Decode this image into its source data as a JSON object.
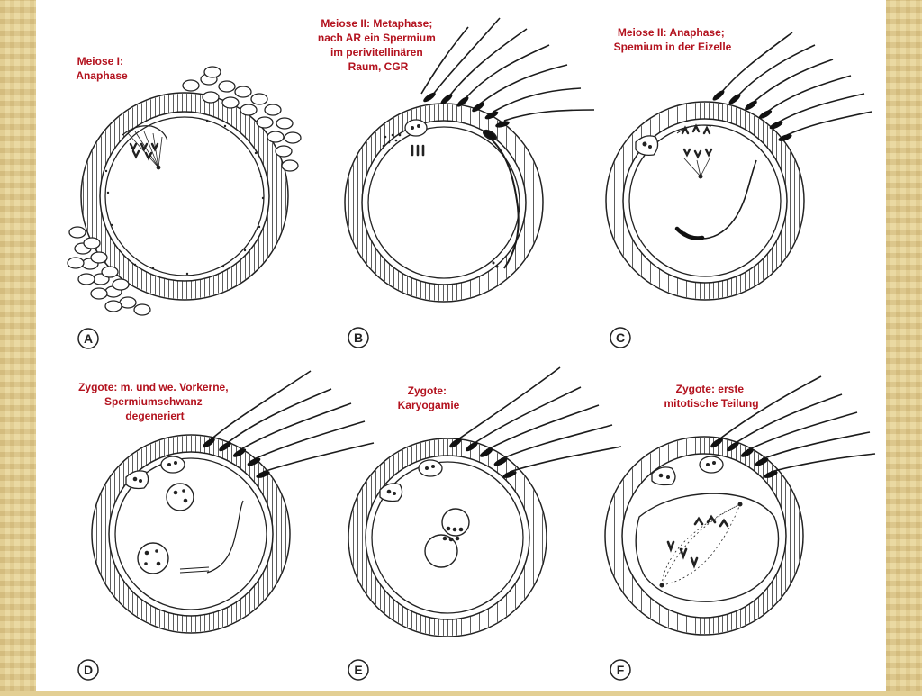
{
  "panels": [
    {
      "id": "A",
      "caption_lines": [
        "Meiose I:",
        "Anaphase"
      ]
    },
    {
      "id": "B",
      "caption_lines": [
        "Meiose II: Metaphase;",
        "nach AR ein Spermium",
        "im perivitellinären",
        "Raum, CGR"
      ]
    },
    {
      "id": "C",
      "caption_lines": [
        "Meiose II: Anaphase;",
        "Spemium in der Eizelle"
      ]
    },
    {
      "id": "D",
      "caption_lines": [
        "Zygote: m. und we. Vorkerne,",
        "Spermiumschwanz",
        "degeneriert"
      ]
    },
    {
      "id": "E",
      "caption_lines": [
        "Zygote:",
        "Karyogamie"
      ]
    },
    {
      "id": "F",
      "caption_lines": [
        "Zygote: erste",
        "mitotische Teilung"
      ]
    }
  ],
  "colors": {
    "caption": "#b3121e",
    "parchment": "#e3cf94",
    "background": "#ffffff",
    "ink": "#1b1b1b"
  }
}
